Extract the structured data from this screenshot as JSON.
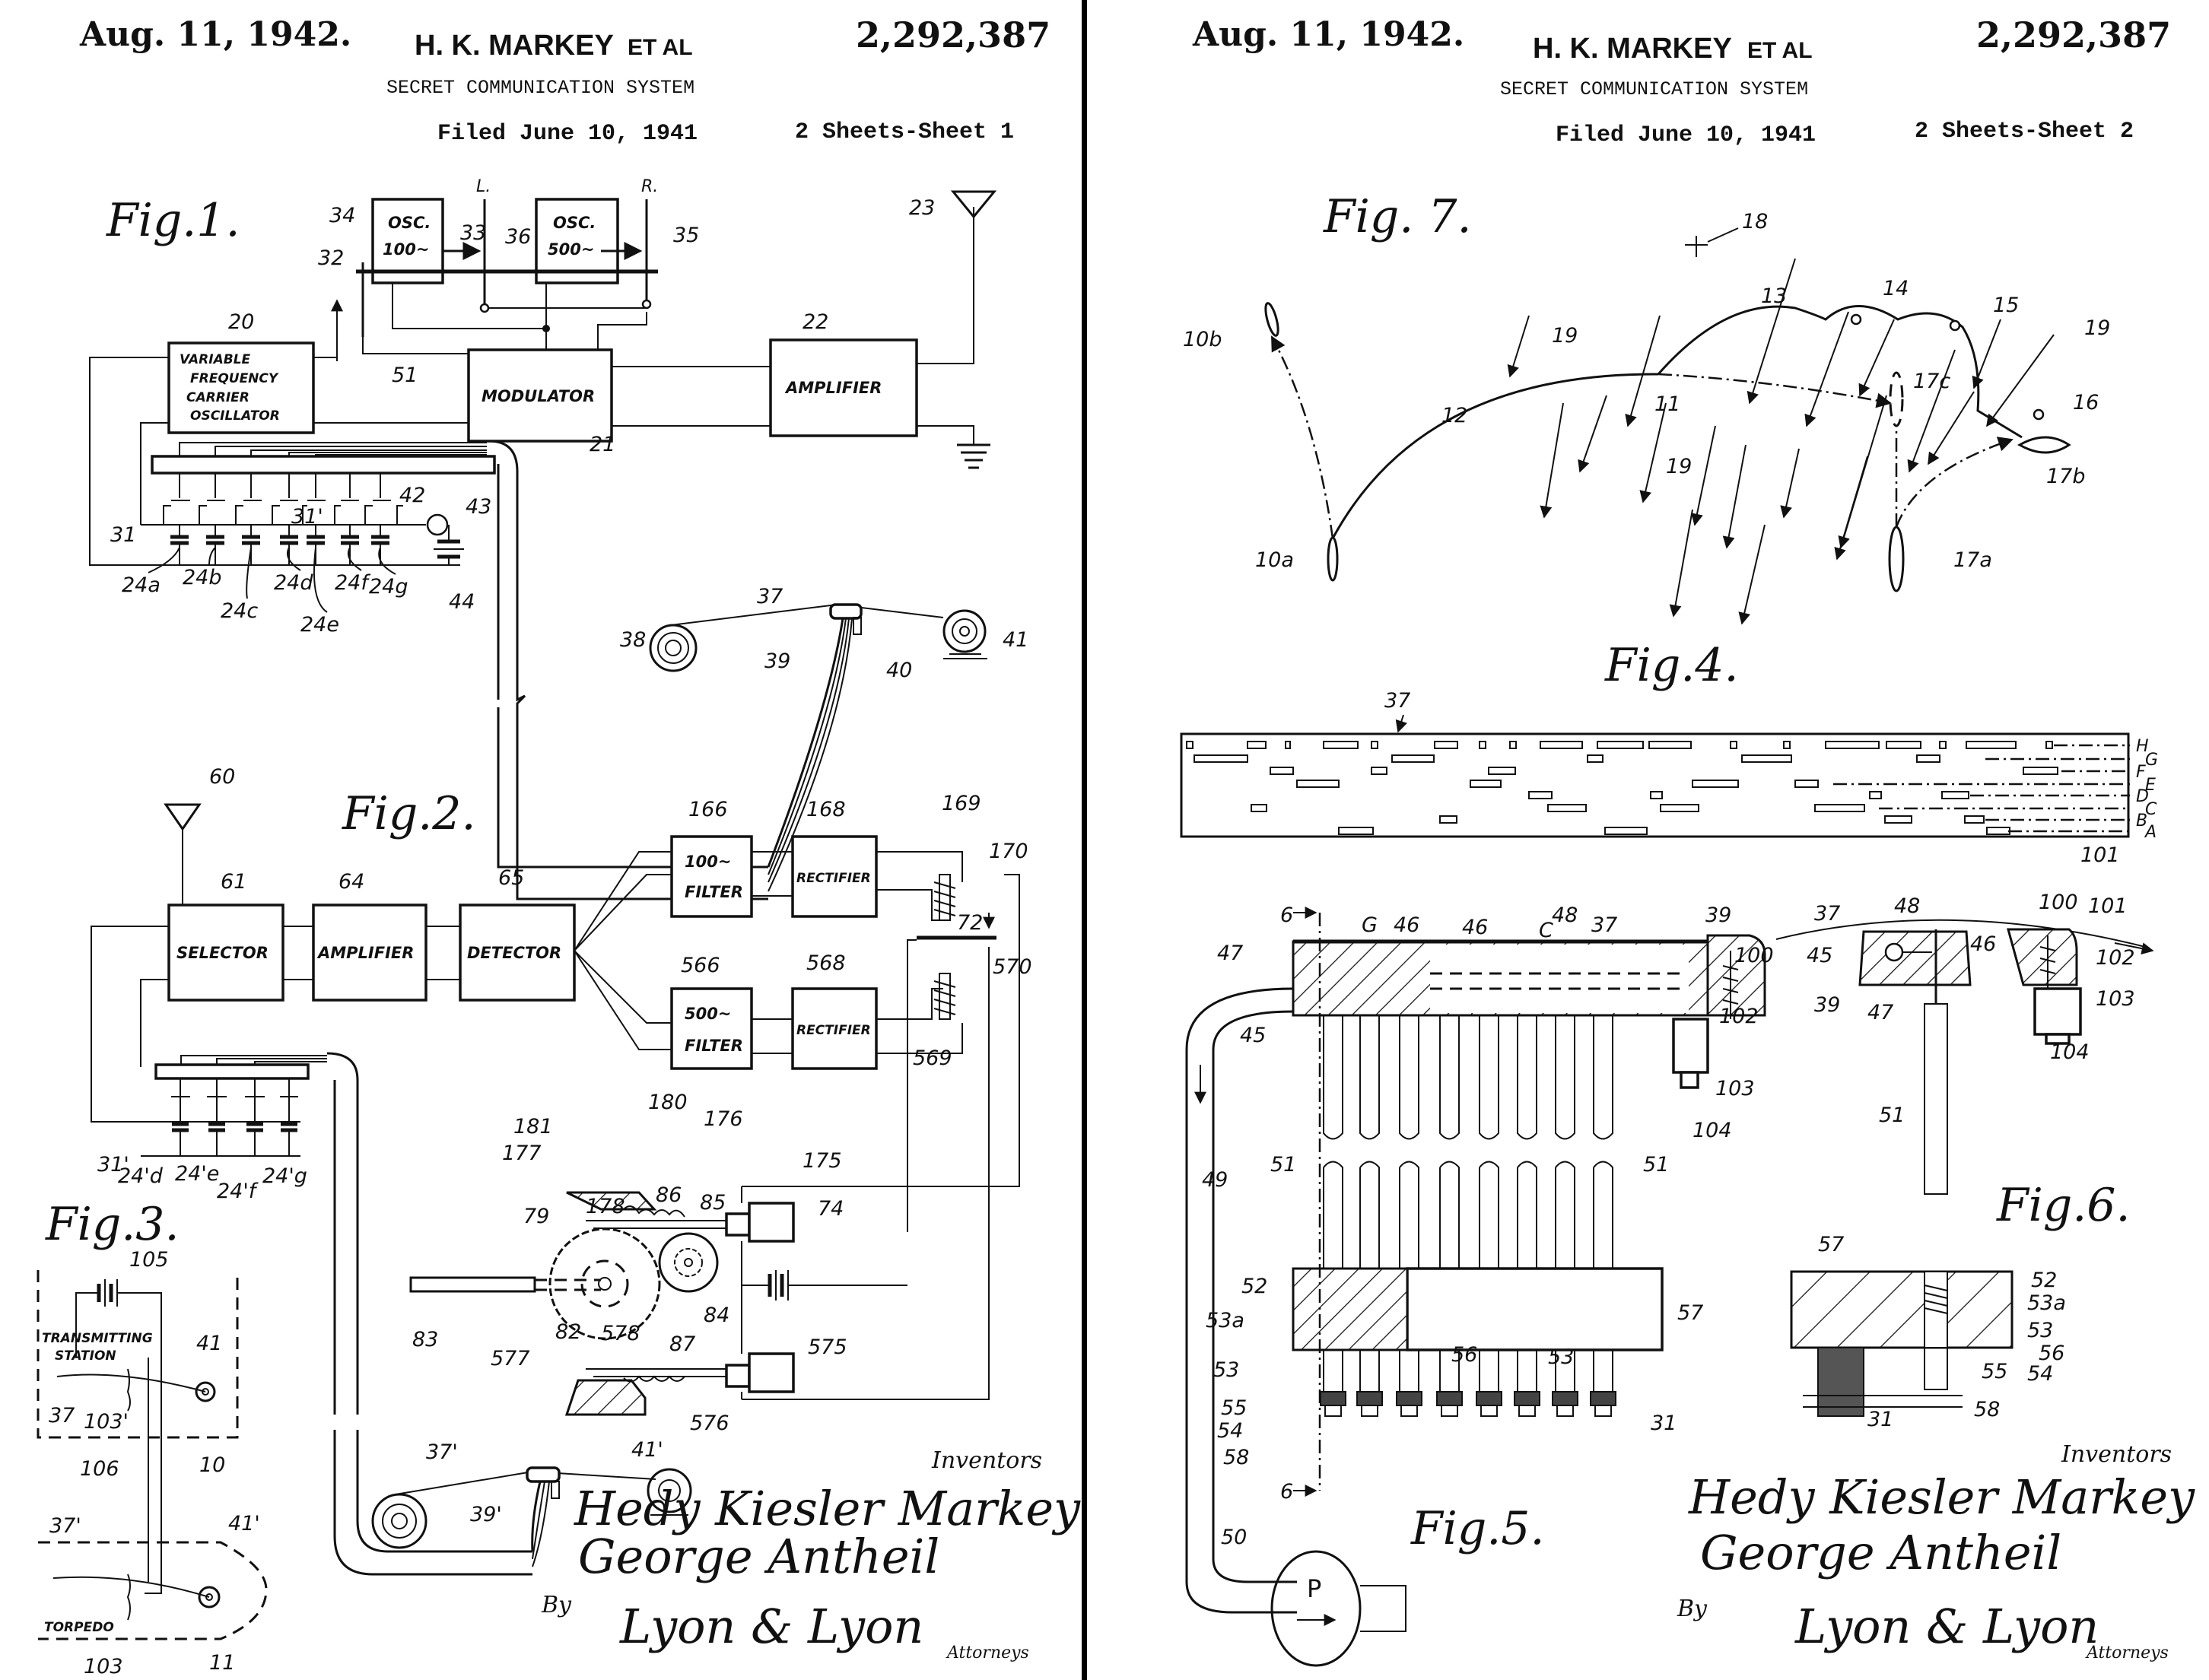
{
  "document": {
    "title": "Secret Communication System — U.S. Patent 2,292,387",
    "divider_color": "#000000",
    "ink_color": "#111111",
    "paper_color": "#ffffff"
  },
  "sheets": [
    {
      "header": {
        "date": "Aug. 11, 1942.",
        "inventor": "H. K. MARKEY",
        "et_al": "ET AL",
        "patent_number": "2,292,387",
        "title": "SECRET COMMUNICATION SYSTEM",
        "filed": "Filed June 10, 1941",
        "sheet": "2 Sheets-Sheet 1"
      }
    },
    {
      "header": {
        "date": "Aug. 11, 1942.",
        "inventor": "H. K. MARKEY",
        "et_al": "ET AL",
        "patent_number": "2,292,387",
        "title": "SECRET COMMUNICATION SYSTEM",
        "filed": "Filed June 10, 1941",
        "sheet": "2 Sheets-Sheet 2"
      }
    }
  ],
  "fig1": {
    "title": "Fig.1.",
    "blocks": {
      "osc100": [
        "OSC.",
        "100~"
      ],
      "osc500": [
        "OSC.",
        "500~"
      ],
      "vfco": [
        "VARIABLE",
        "FREQUENCY",
        "CARRIER",
        "OSCILLATOR"
      ],
      "modulator": "MODULATOR",
      "amplifier": "AMPLIFIER"
    },
    "switch_labels": {
      "left": "L.",
      "right": "R."
    },
    "refs": {
      "r20": "20",
      "r21": "21",
      "r22": "22",
      "r23": "23",
      "r31a": "31",
      "r31b": "31'",
      "r32": "32",
      "r33": "33",
      "r34": "34",
      "r35": "35",
      "r36": "36",
      "r37": "37",
      "r38": "38",
      "r39": "39",
      "r40": "40",
      "r41": "41",
      "r42": "42",
      "r43": "43",
      "r44": "44",
      "r51": "51"
    },
    "capacitors": [
      "24a",
      "24b",
      "24c",
      "24d",
      "24e",
      "24f",
      "24g"
    ]
  },
  "fig2": {
    "title": "Fig.2.",
    "blocks": {
      "selector": "SELECTOR",
      "amplifier": "AMPLIFIER",
      "detector": "DETECTOR",
      "filter100": [
        "100~",
        "FILTER"
      ],
      "filter500": [
        "500~",
        "FILTER"
      ],
      "rectifier_top": "RECTIFIER",
      "rectifier_bot": "RECTIFIER"
    },
    "refs": {
      "r60": "60",
      "r61": "61",
      "r64": "64",
      "r65": "65",
      "r166": "166",
      "r168": "168",
      "r169": "169",
      "r170": "170",
      "r72": "72",
      "r566": "566",
      "r568": "568",
      "r569": "569",
      "r570": "570",
      "r31p": "31'",
      "r180": "180",
      "r181": "181",
      "r176": "176",
      "r175": "175",
      "r177": "177",
      "r79": "79",
      "r178": "178",
      "r86": "86",
      "r85": "85",
      "r74": "74",
      "r83": "83",
      "r82": "82",
      "r578": "578",
      "r87": "87",
      "r84": "84",
      "r577": "577",
      "r575": "575",
      "r576": "576",
      "r37p": "37'",
      "r39p": "39'",
      "r41p": "41'"
    },
    "capacitors": [
      "24'd",
      "24'e",
      "24'f",
      "24'g"
    ]
  },
  "fig3": {
    "title": "Fig.3.",
    "transmitting_station": [
      "TRANSMITTING",
      "STATION"
    ],
    "torpedo": "TORPEDO",
    "refs": {
      "r105": "105",
      "r41": "41",
      "r37": "37",
      "r103p": "103'",
      "r10": "10",
      "r106": "106",
      "r37p": "37'",
      "r41p": "41'",
      "r103": "103",
      "r11": "11"
    }
  },
  "fig7": {
    "title": "Fig. 7.",
    "refs": {
      "r10a": "10a",
      "r10b": "10b",
      "r11": "11",
      "r12": "12",
      "r13": "13",
      "r14": "14",
      "r15": "15",
      "r16": "16",
      "r17a": "17a",
      "r17b": "17b",
      "r17c": "17c",
      "r18": "18",
      "r19": "19"
    }
  },
  "fig4": {
    "title": "Fig.4.",
    "ref_tape": "37",
    "ref_edge": "101",
    "track_labels": [
      "H",
      "G",
      "F",
      "E",
      "D",
      "C",
      "B",
      "A"
    ]
  },
  "fig5": {
    "title": "Fig.5.",
    "pump_label": "P",
    "refs": {
      "r6": "6",
      "rG": "G",
      "r46a": "46",
      "r46b": "46",
      "r48": "48",
      "rC": "C",
      "r37": "37",
      "r39": "39",
      "r47": "47",
      "r100": "100",
      "r102": "102",
      "r103": "103",
      "r104": "104",
      "r45": "45",
      "r49": "49",
      "r51a": "51",
      "r51b": "51",
      "r51c": "51",
      "r52": "52",
      "r53a": "53a",
      "r53": "53",
      "r57": "57",
      "r56": "56",
      "r53b": "53",
      "r55": "55",
      "r54": "54",
      "r58": "58",
      "r31": "31",
      "r50": "50"
    }
  },
  "fig6": {
    "title": "Fig.6.",
    "refs": {
      "r37": "37",
      "r48": "48",
      "r100": "100",
      "r101": "101",
      "r46": "46",
      "r45": "45",
      "r102": "102",
      "r39": "39",
      "r47": "47",
      "r103": "103",
      "r104": "104",
      "r51": "51",
      "r57": "57",
      "r52": "52",
      "r53a": "53a",
      "r53": "53",
      "r56": "56",
      "r55": "55",
      "r54": "54",
      "r58": "58",
      "r31": "31"
    }
  },
  "signatures": {
    "inventors_label": "Inventors",
    "inventor1": "Hedy Kiesler Markey",
    "inventor2": "George Antheil",
    "by": "By",
    "attorney": "Lyon & Lyon",
    "attorneys_label": "Attorneys"
  }
}
